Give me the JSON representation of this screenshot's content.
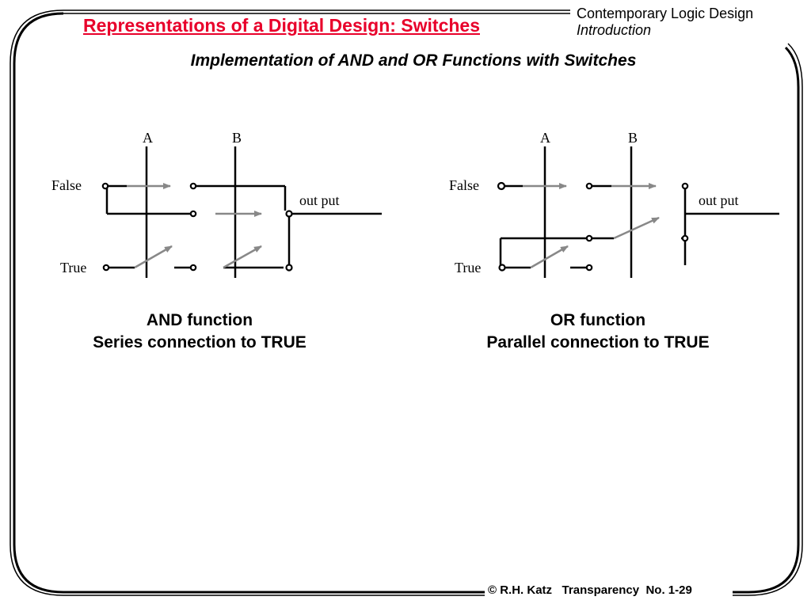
{
  "header": {
    "title": "Representations of a Digital Design: Switches",
    "course": "Contemporary Logic Design",
    "chapter": "Introduction"
  },
  "subtitle": "Implementation of AND and OR Functions with Switches",
  "diagrams": {
    "and": {
      "input_a": "A",
      "input_b": "B",
      "false_label": "False",
      "true_label": "True",
      "output_label": "out put",
      "caption_line1": "AND function",
      "caption_line2": "Series connection to TRUE"
    },
    "or": {
      "input_a": "A",
      "input_b": "B",
      "false_label": "False",
      "true_label": "True",
      "output_label": "out put",
      "caption_line1": "OR function",
      "caption_line2": "Parallel connection to TRUE"
    }
  },
  "footer": {
    "text": "© R.H. Katz   Transparency  No. 1-29"
  },
  "colors": {
    "title": "#e8002a",
    "wire": "#000000",
    "arrow": "#888888"
  }
}
